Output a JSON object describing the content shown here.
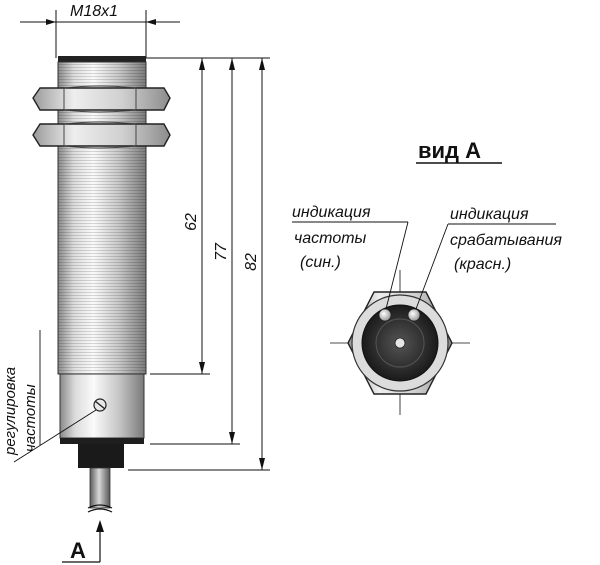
{
  "dimensions": {
    "thread": "M18x1",
    "len_62": "62",
    "len_77": "77",
    "len_82": "82"
  },
  "labels": {
    "view_title": "вид А",
    "view_marker": "А",
    "freq_ind_line1": "индикация",
    "freq_ind_line2": "частоты",
    "freq_ind_line3": "(син.)",
    "trig_ind_line1": "индикация",
    "trig_ind_line2": "срабатывания",
    "trig_ind_line3": "(красн.)",
    "adj_line1": "регулировка",
    "adj_line2": "частоты"
  },
  "colors": {
    "body_light": "#f2f2f2",
    "body_mid": "#b8b8b8",
    "body_dark": "#6e6e6e",
    "line": "#111111"
  }
}
